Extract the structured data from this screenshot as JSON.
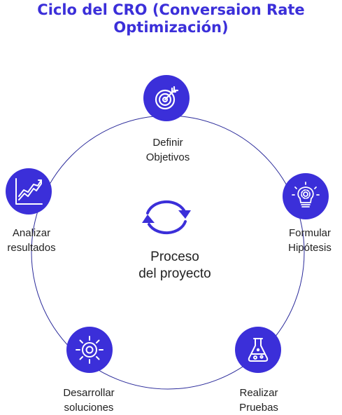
{
  "title": {
    "line1": "Ciclo del CRO (Conversaion Rate",
    "line2": "Optimización)"
  },
  "center": {
    "line1": "Proceso",
    "line2": "del proyecto",
    "icon": "refresh-cycle-icon"
  },
  "steps": [
    {
      "line1": "Definir",
      "line2": "Objetivos",
      "icon": "target-arrow-icon"
    },
    {
      "line1": "Formular",
      "line2": "Hipótesis",
      "icon": "lightbulb-gear-icon"
    },
    {
      "line1": "Realizar",
      "line2": "Pruebas",
      "icon": "flask-icon"
    },
    {
      "line1": "Desarrollar",
      "line2": "soluciones",
      "icon": "gear-sun-icon"
    },
    {
      "line1": "Analizar",
      "line2": "resultados",
      "icon": "line-chart-icon"
    }
  ],
  "colors": {
    "accent": "#3b2fd9",
    "ring": "#2a2a9a",
    "text": "#222222"
  }
}
